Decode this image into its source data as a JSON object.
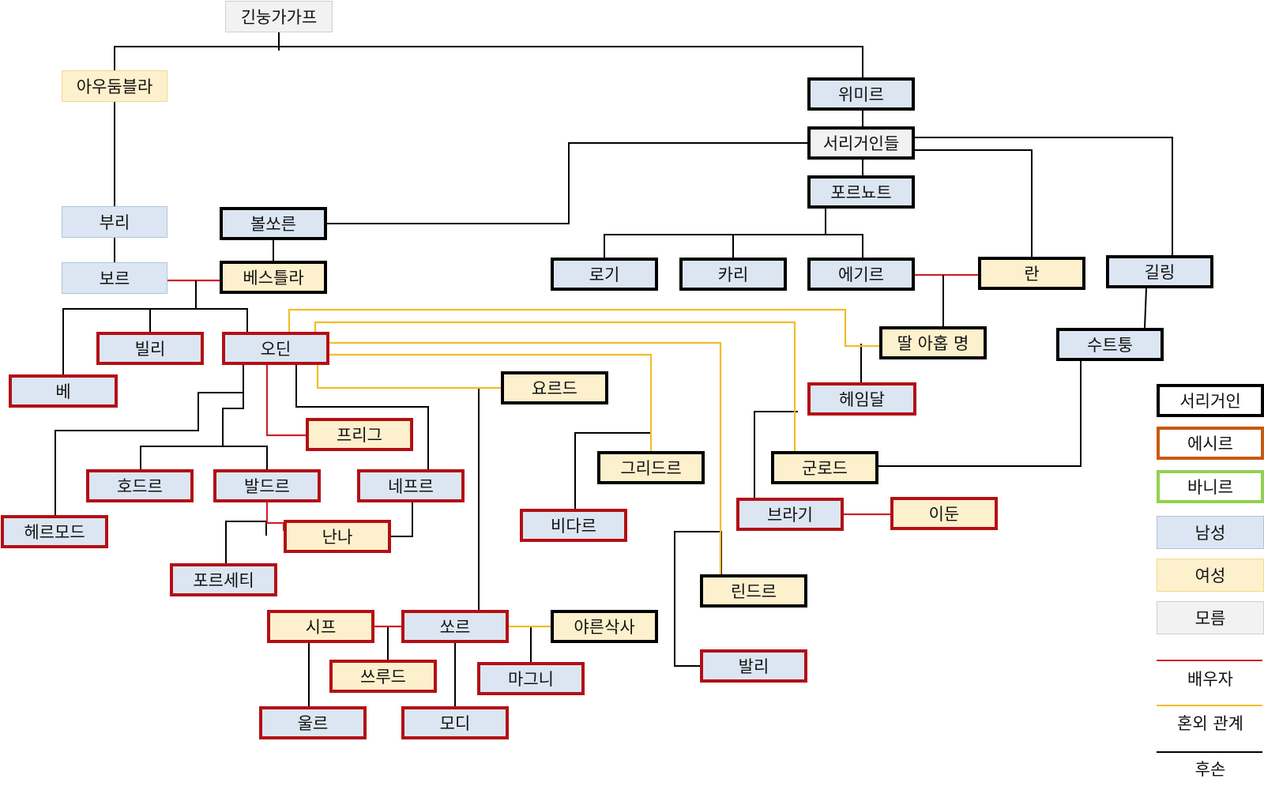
{
  "colors": {
    "male": "#dce6f2",
    "female": "#fdf0cc",
    "unknown": "#f2f2f2",
    "frost_giant_border": "#000000",
    "aesir_border": "#b30f15",
    "aesir_legend_border": "#c55a11",
    "vanir_border": "#92d050",
    "spouse_line": "#d0202a",
    "affair_line": "#f0bd2a",
    "descendant_line": "#000000"
  },
  "nodes": [
    {
      "id": "ginnungagap",
      "name": "긴눙가가프",
      "gender": "unknown",
      "race": "none"
    },
    {
      "id": "audhumla",
      "name": "아우둠블라",
      "gender": "female",
      "race": "none"
    },
    {
      "id": "ymir",
      "name": "위미르",
      "gender": "male",
      "race": "giant"
    },
    {
      "id": "frostgiants",
      "name": "서리거인들",
      "gender": "unknown",
      "race": "giant"
    },
    {
      "id": "fornjotr",
      "name": "포르뇨트",
      "gender": "male",
      "race": "giant"
    },
    {
      "id": "buri",
      "name": "부리",
      "gender": "male",
      "race": "none"
    },
    {
      "id": "bolthorn",
      "name": "볼쏘른",
      "gender": "male",
      "race": "giant"
    },
    {
      "id": "borr",
      "name": "보르",
      "gender": "male",
      "race": "none"
    },
    {
      "id": "bestla",
      "name": "베스틀라",
      "gender": "female",
      "race": "giant"
    },
    {
      "id": "logi",
      "name": "로기",
      "gender": "male",
      "race": "giant"
    },
    {
      "id": "kari",
      "name": "카리",
      "gender": "male",
      "race": "giant"
    },
    {
      "id": "aegir",
      "name": "에기르",
      "gender": "male",
      "race": "giant"
    },
    {
      "id": "ran",
      "name": "란",
      "gender": "female",
      "race": "giant"
    },
    {
      "id": "gilling",
      "name": "길링",
      "gender": "male",
      "race": "giant"
    },
    {
      "id": "vili",
      "name": "빌리",
      "gender": "male",
      "race": "aesir"
    },
    {
      "id": "odin",
      "name": "오딘",
      "gender": "male",
      "race": "aesir"
    },
    {
      "id": "ve",
      "name": "베",
      "gender": "male",
      "race": "aesir"
    },
    {
      "id": "daughters",
      "name": "딸 아홉 명",
      "gender": "female",
      "race": "giant"
    },
    {
      "id": "suttungr",
      "name": "수트퉁",
      "gender": "male",
      "race": "giant"
    },
    {
      "id": "heimdall",
      "name": "헤임달",
      "gender": "male",
      "race": "aesir"
    },
    {
      "id": "jord",
      "name": "요르드",
      "gender": "female",
      "race": "giant"
    },
    {
      "id": "frigg",
      "name": "프리그",
      "gender": "female",
      "race": "aesir"
    },
    {
      "id": "grid",
      "name": "그리드르",
      "gender": "female",
      "race": "giant"
    },
    {
      "id": "gunnlod",
      "name": "군로드",
      "gender": "female",
      "race": "giant"
    },
    {
      "id": "hodr",
      "name": "호드르",
      "gender": "male",
      "race": "aesir"
    },
    {
      "id": "baldr",
      "name": "발드르",
      "gender": "male",
      "race": "aesir"
    },
    {
      "id": "nepr",
      "name": "네프르",
      "gender": "male",
      "race": "aesir"
    },
    {
      "id": "hermod",
      "name": "헤르모드",
      "gender": "male",
      "race": "aesir"
    },
    {
      "id": "nanna",
      "name": "난나",
      "gender": "female",
      "race": "aesir"
    },
    {
      "id": "vidar",
      "name": "비다르",
      "gender": "male",
      "race": "aesir"
    },
    {
      "id": "bragi",
      "name": "브라기",
      "gender": "male",
      "race": "aesir"
    },
    {
      "id": "idun",
      "name": "이둔",
      "gender": "female",
      "race": "aesir"
    },
    {
      "id": "forseti",
      "name": "포르세티",
      "gender": "male",
      "race": "aesir"
    },
    {
      "id": "rindr",
      "name": "린드르",
      "gender": "female",
      "race": "giant"
    },
    {
      "id": "sif",
      "name": "시프",
      "gender": "female",
      "race": "aesir"
    },
    {
      "id": "thor",
      "name": "쏘르",
      "gender": "male",
      "race": "aesir"
    },
    {
      "id": "jarnsaxa",
      "name": "야른삭사",
      "gender": "female",
      "race": "giant"
    },
    {
      "id": "thrudr",
      "name": "쓰루드",
      "gender": "female",
      "race": "aesir"
    },
    {
      "id": "magni",
      "name": "마그니",
      "gender": "male",
      "race": "aesir"
    },
    {
      "id": "vali",
      "name": "발리",
      "gender": "male",
      "race": "aesir"
    },
    {
      "id": "ullr",
      "name": "울르",
      "gender": "male",
      "race": "aesir"
    },
    {
      "id": "modi",
      "name": "모디",
      "gender": "male",
      "race": "aesir"
    }
  ],
  "relations": {
    "descendant": [
      [
        "ginnungagap",
        "audhumla"
      ],
      [
        "ginnungagap",
        "ymir"
      ],
      [
        "audhumla",
        "buri"
      ],
      [
        "buri",
        "borr"
      ],
      [
        "ymir",
        "frostgiants"
      ],
      [
        "frostgiants",
        "fornjotr"
      ],
      [
        "frostgiants",
        "bolthorn"
      ],
      [
        "frostgiants",
        "ran"
      ],
      [
        "frostgiants",
        "gilling"
      ],
      [
        "bolthorn",
        "bestla"
      ],
      [
        "fornjotr",
        "logi"
      ],
      [
        "fornjotr",
        "kari"
      ],
      [
        "fornjotr",
        "aegir"
      ],
      [
        "borr+bestla",
        "ve"
      ],
      [
        "borr+bestla",
        "vili"
      ],
      [
        "borr+bestla",
        "odin"
      ],
      [
        "aegir+ran",
        "daughters"
      ],
      [
        "daughters",
        "heimdall"
      ],
      [
        "gilling",
        "suttungr"
      ],
      [
        "suttungr",
        "gunnlod"
      ],
      [
        "odin",
        "hermod"
      ],
      [
        "odin",
        "hodr"
      ],
      [
        "odin",
        "baldr"
      ],
      [
        "odin",
        "nepr"
      ],
      [
        "nepr",
        "nanna"
      ],
      [
        "baldr+nanna",
        "forseti"
      ],
      [
        "jord",
        "thor"
      ],
      [
        "grid",
        "vidar"
      ],
      [
        "gunnlod",
        "bragi"
      ],
      [
        "rindr",
        "vali"
      ],
      [
        "thor+sif",
        "thrudr"
      ],
      [
        "sif",
        "ullr"
      ],
      [
        "thor",
        "modi"
      ],
      [
        "thor+jarnsaxa",
        "magni"
      ]
    ],
    "spouse": [
      [
        "borr",
        "bestla"
      ],
      [
        "aegir",
        "ran"
      ],
      [
        "odin",
        "frigg"
      ],
      [
        "baldr",
        "nanna"
      ],
      [
        "bragi",
        "idun"
      ],
      [
        "sif",
        "thor"
      ]
    ],
    "affair": [
      [
        "odin",
        "daughters"
      ],
      [
        "odin",
        "gunnlod"
      ],
      [
        "odin",
        "rindr"
      ],
      [
        "odin",
        "grid"
      ],
      [
        "odin",
        "jord"
      ],
      [
        "thor",
        "jarnsaxa"
      ]
    ]
  },
  "legend": {
    "frost_giant": "서리거인",
    "aesir": "에시르",
    "vanir": "바니르",
    "male": "남성",
    "female": "여성",
    "unknown": "모름",
    "spouse": "배우자",
    "affair": "혼외 관계",
    "descendant": "후손"
  }
}
